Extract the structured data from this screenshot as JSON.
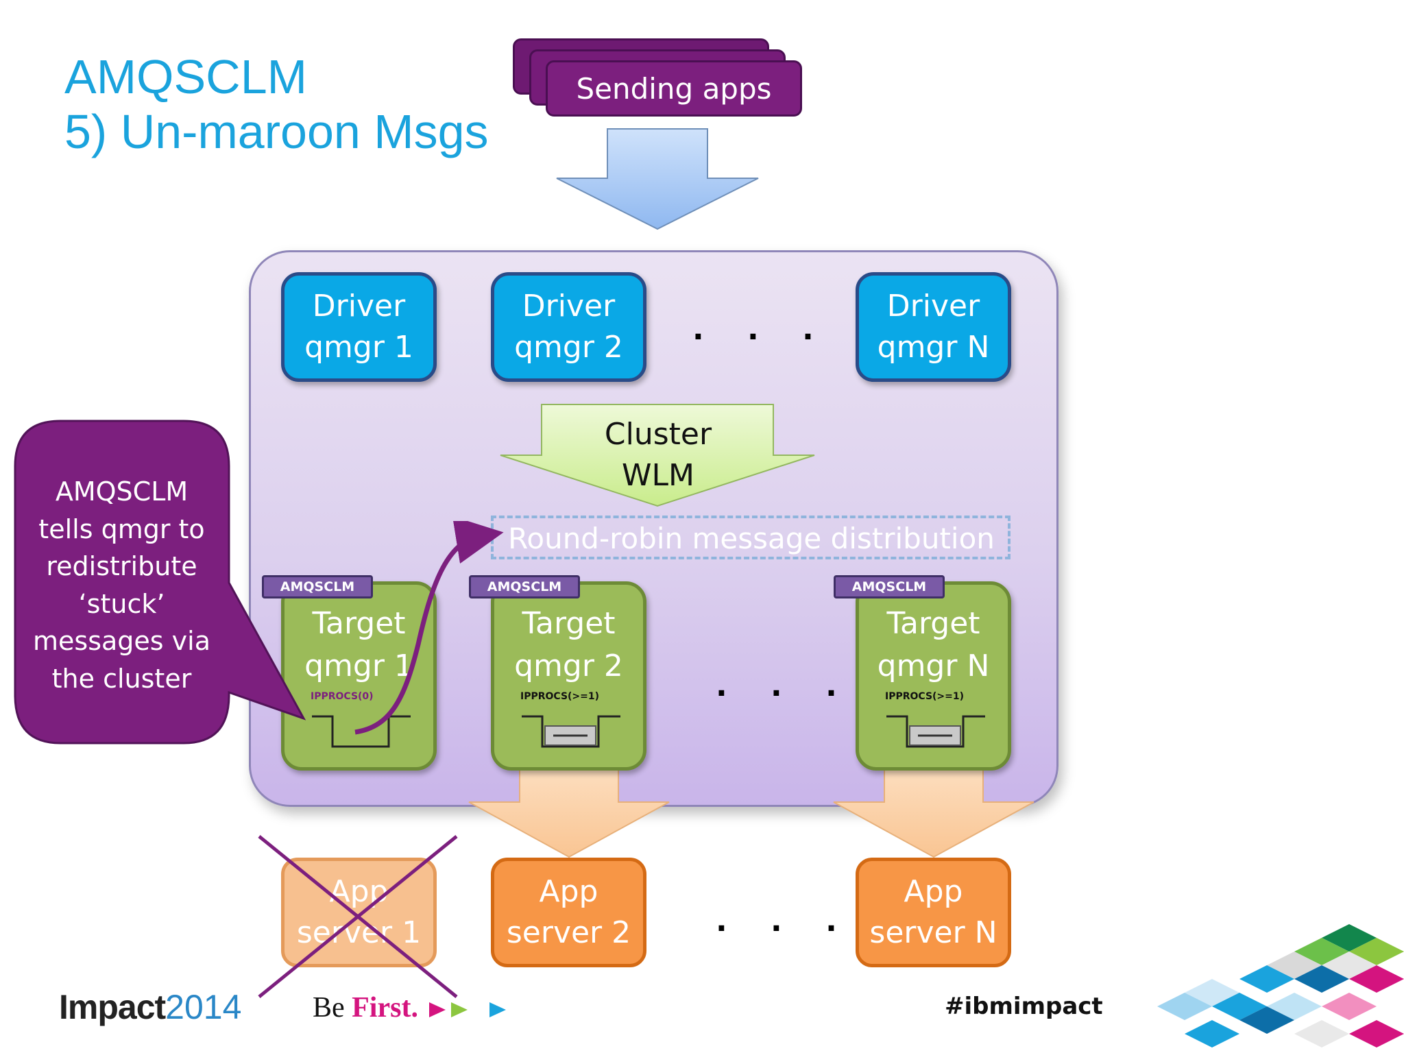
{
  "title": {
    "line1": "AMQSCLM",
    "line2": "5) Un-maroon Msgs"
  },
  "sending_apps": {
    "label": "Sending apps"
  },
  "drivers": [
    {
      "label": "Driver\nqmgr 1"
    },
    {
      "label": "Driver\nqmgr 2"
    },
    {
      "label": "Driver\nqmgr N"
    }
  ],
  "ellipsis": ". . .",
  "cluster_wlm": {
    "label": "Cluster\nWLM"
  },
  "round_robin": {
    "label": "Round-robin message distribution"
  },
  "targets": [
    {
      "tag": "AMQSCLM",
      "label": "Target\nqmgr 1",
      "ipprocs": "IPPROCS(0)",
      "queue_has_messages": false
    },
    {
      "tag": "AMQSCLM",
      "label": "Target\nqmgr 2",
      "ipprocs": "IPPROCS(>=1)",
      "queue_has_messages": true
    },
    {
      "tag": "AMQSCLM",
      "label": "Target\nqmgr N",
      "ipprocs": "IPPROCS(>=1)",
      "queue_has_messages": true
    }
  ],
  "app_servers": [
    {
      "label": "App\nserver 1",
      "crossed_out": true
    },
    {
      "label": "App\nserver 2",
      "crossed_out": false
    },
    {
      "label": "App\nserver N",
      "crossed_out": false
    }
  ],
  "callout": {
    "text": "AMQSCLM\ntells qmgr to\nredistribute\n‘stuck’\nmessages via\nthe cluster"
  },
  "footer": {
    "impact": "Impact",
    "year": "2014",
    "be": "Be",
    "first": "First.",
    "hashtag": "#ibmimpact"
  },
  "colors": {
    "title": "#1aa3dd",
    "driver": "#0aa8e6",
    "target": "#9bbb59",
    "app_active": "#f79646",
    "app_dead": "#f7c08f",
    "callout": "#7c1f7e",
    "tag": "#7a5aa6",
    "wlm_arrow": "#d5f2a0",
    "send_arrow": "#a9ccf5",
    "deliver_arrow": "#fbd2a8"
  }
}
